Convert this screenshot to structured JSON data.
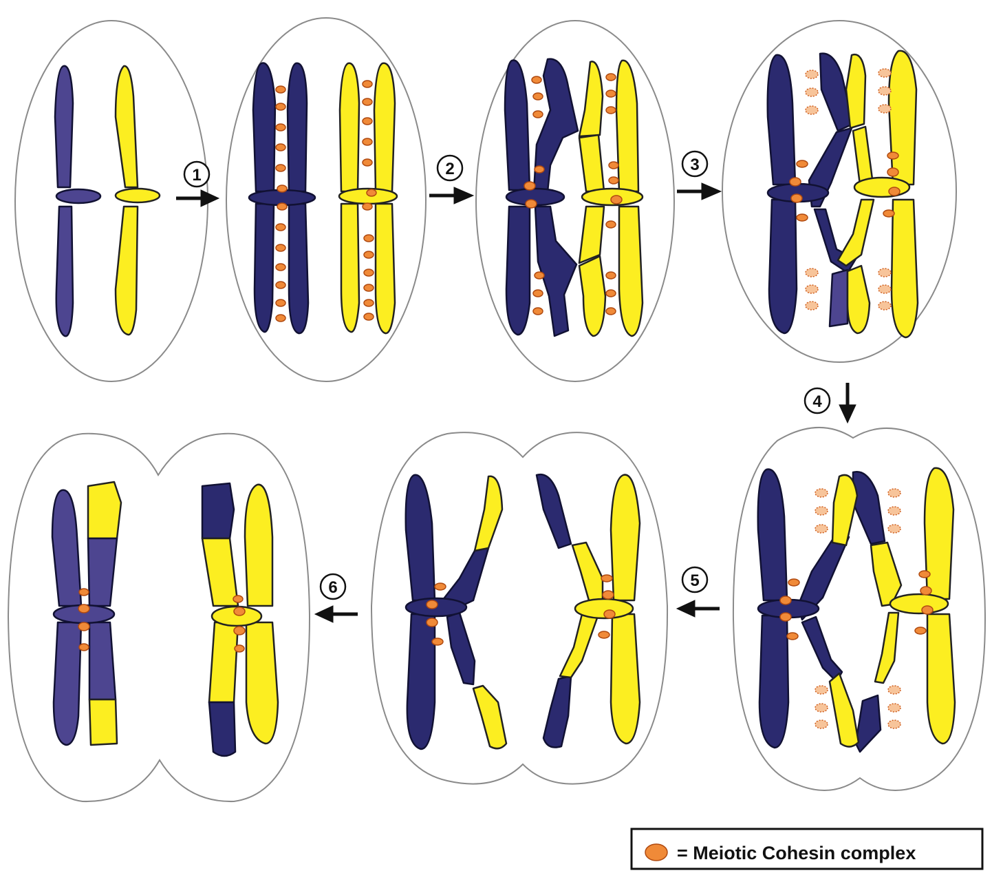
{
  "steps": [
    {
      "id": "1",
      "label": "1"
    },
    {
      "id": "2",
      "label": "2"
    },
    {
      "id": "3",
      "label": "3"
    },
    {
      "id": "4",
      "label": "4"
    },
    {
      "id": "5",
      "label": "5"
    },
    {
      "id": "6",
      "label": "6"
    }
  ],
  "legend": {
    "symbol": "cohesin-ellipse",
    "text": "= Meiotic Cohesin complex"
  },
  "colors": {
    "homolog_a": "#2b2a6f",
    "homolog_b": "#fcee21",
    "cohesin": "#f08a38",
    "cell_outline": "#8a8a8a"
  }
}
